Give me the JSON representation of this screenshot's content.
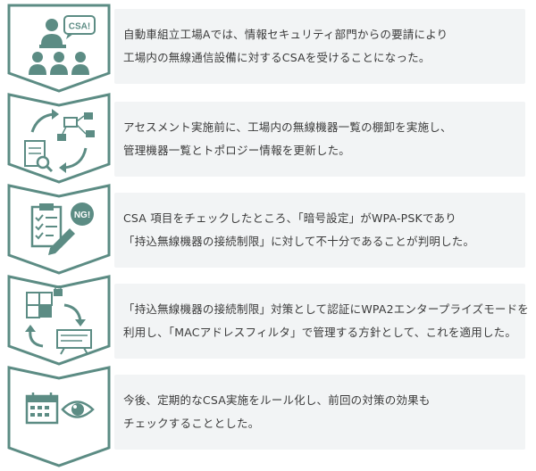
{
  "icons": {
    "step1": "presenter-with-audience-csa-icon",
    "step2": "network-inventory-icon",
    "step3": "checklist-ng-icon",
    "step4": "policy-puzzle-presentation-icon",
    "step5": "calendar-eye-icon"
  },
  "colors": {
    "accent": "#5c8c84",
    "textbox_bg": "#f2f4f5",
    "text": "#3b3b3b"
  },
  "steps": [
    {
      "badge": "CSA!",
      "lines": [
        "自動車組立工場Aでは、情報セキュリティ部門からの要請により",
        "工場内の無線通信設備に対するCSAを受けることになった。"
      ]
    },
    {
      "badge": "",
      "lines": [
        "アセスメント実施前に、工場内の無線機器一覧の棚卸を実施し、",
        "管理機器一覧とトポロジー情報を更新した。"
      ]
    },
    {
      "badge": "NG!",
      "lines": [
        "CSA 項目をチェックしたところ、「暗号設定」がWPA-PSKであり",
        "「持込無線機器の接続制限」に対して不十分であることが判明した。"
      ]
    },
    {
      "badge": "",
      "lines": [
        "「持込無線機器の接続制限」対策として認証にWPA2エンタープライズモードを",
        "利用し、「MACアドレスフィルタ」で管理する方針として、これを適用した。"
      ]
    },
    {
      "badge": "",
      "lines": [
        "今後、定期的なCSA実施をルール化し、前回の対策の効果も",
        "チェックすることとした。"
      ]
    }
  ]
}
